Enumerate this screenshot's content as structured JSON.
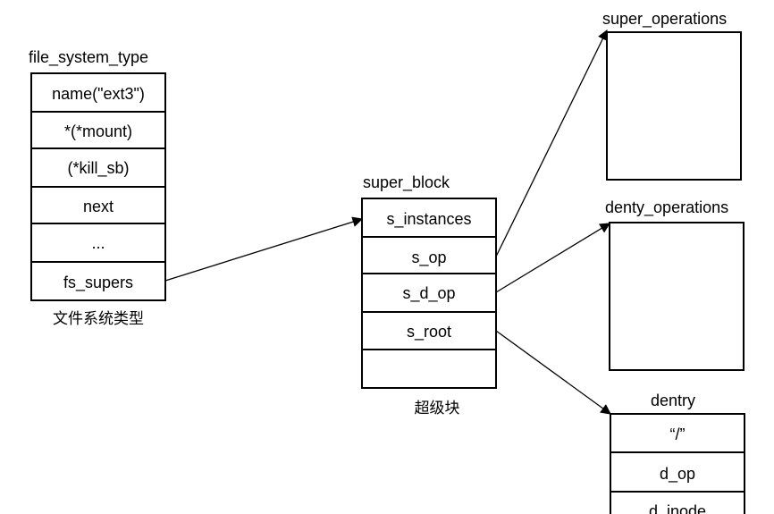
{
  "file_system_type": {
    "title": "file_system_type",
    "fields": [
      "name(\"ext3\")",
      "*(*mount)",
      "(*kill_sb)",
      "next",
      "...",
      "fs_supers"
    ],
    "caption": "文件系统类型"
  },
  "super_block": {
    "title": "super_block",
    "fields": [
      "s_instances",
      "s_op",
      "s_d_op",
      "s_root",
      ""
    ],
    "caption": "超级块"
  },
  "super_operations": {
    "title": "super_operations"
  },
  "denty_operations": {
    "title": "denty_operations"
  },
  "dentry": {
    "title": "dentry",
    "fields": [
      "“/”",
      "d_op",
      "d_inode"
    ]
  },
  "colors": {
    "stroke": "#000000",
    "background": "#ffffff"
  }
}
